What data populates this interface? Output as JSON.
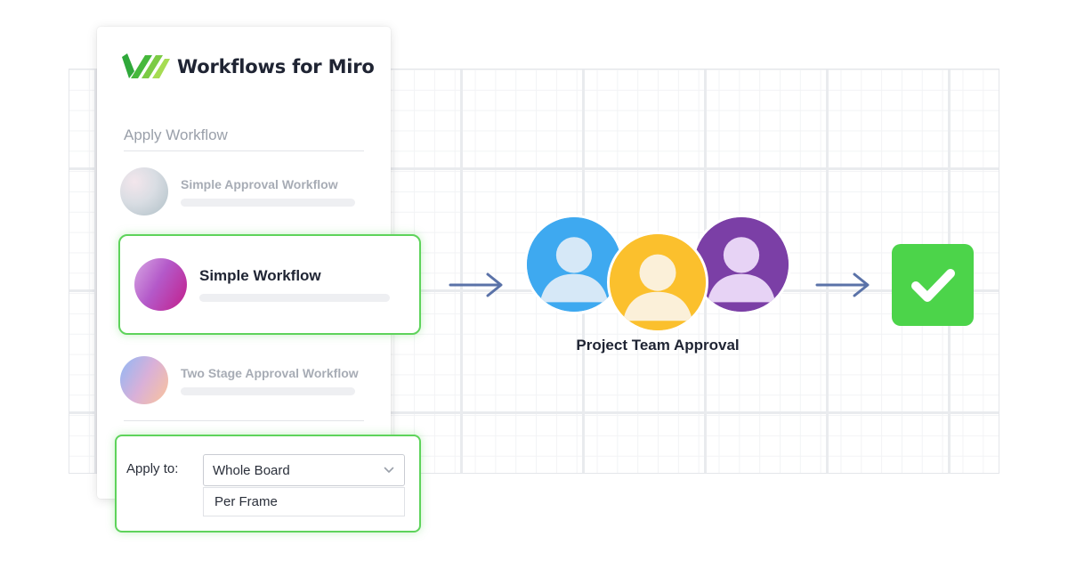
{
  "app": {
    "title": "Workflows for Miro",
    "logo_icon": "workflows-logo-icon",
    "brand_colors": [
      "#2fa83a",
      "#8fd44a"
    ]
  },
  "panel": {
    "section_title": "Apply Workflow",
    "workflows": [
      {
        "name": "Simple Approval Workflow",
        "selected": false
      },
      {
        "name": "Simple Workflow",
        "selected": true
      },
      {
        "name": "Two Stage Approval Workflow",
        "selected": false
      }
    ]
  },
  "apply_to": {
    "label": "Apply to:",
    "selected_value": "Whole Board",
    "options": [
      "Per Frame"
    ]
  },
  "flow": {
    "approval_group_label": "Project Team Approval",
    "approvers": [
      {
        "icon": "user-avatar-icon",
        "color": "#3ea9f0"
      },
      {
        "icon": "user-avatar-icon",
        "color": "#fbc02d"
      },
      {
        "icon": "user-avatar-icon",
        "color": "#7b3fa6"
      }
    ],
    "arrow_icon": "arrow-right-icon",
    "result_icon": "checkmark-icon",
    "result_color": "#4cd44a"
  },
  "colors": {
    "highlight_border": "#5ed35b",
    "arrow": "#5a72a8",
    "text_dark": "#1f2433",
    "text_muted": "#a7acb5"
  }
}
